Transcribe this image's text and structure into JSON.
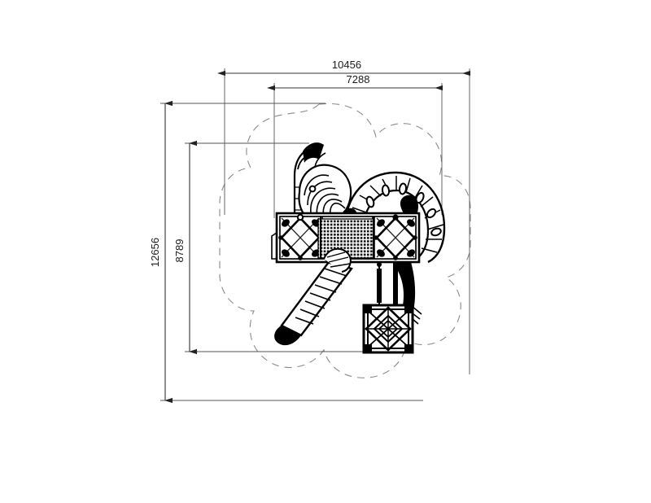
{
  "drawing": {
    "type": "playground-equipment-plan-view",
    "background_color": "#ffffff",
    "line_color": "#000000",
    "dimension_line_color": "#555555",
    "safety_zone_color": "#888888"
  },
  "dimensions": {
    "overall_width": "10456",
    "equipment_width": "7288",
    "overall_height": "12656",
    "equipment_height": "8789"
  },
  "labels": {
    "width_outer": "10456",
    "width_inner": "7288",
    "height_outer": "12656",
    "height_inner": "8789"
  },
  "components": {
    "upper_deck_left": "diamond-braced-platform",
    "upper_deck_center": "mesh-grid-panel",
    "upper_deck_right": "diamond-braced-platform",
    "lower_tower": "lattice-tower-platform",
    "slide_curved_top": "corrugated-spiral-tube-slide",
    "slide_curved_right": "large-arc-tube-slide",
    "slide_straight": "ribbed-straight-slide",
    "chute_black": "solid-chute",
    "safety_zone": "dashed-safety-zone-boundary"
  }
}
